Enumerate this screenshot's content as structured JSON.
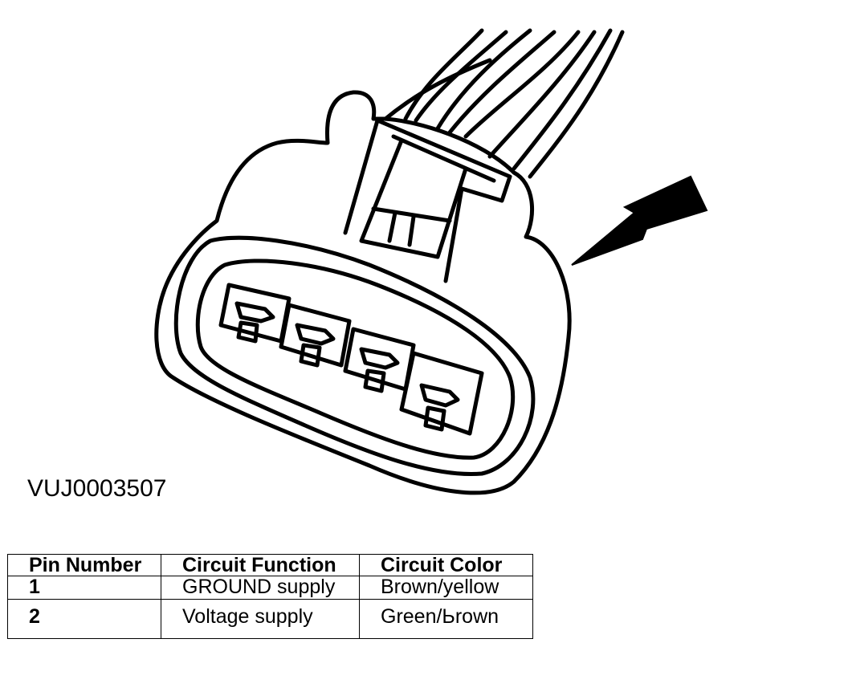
{
  "figure": {
    "id_label": "VUJ0003507",
    "subject_icon": "connector-icon",
    "pointer_icon": "arrow-icon"
  },
  "table": {
    "headers": [
      "Pin Number",
      "Circuit Function",
      "Circuit Color"
    ],
    "rows": [
      {
        "pin": "1",
        "function": "GROUND supply",
        "color": "Brown/yellow"
      },
      {
        "pin": "2",
        "function": "Voltage supply",
        "color": "Green/Ьrown"
      }
    ]
  }
}
